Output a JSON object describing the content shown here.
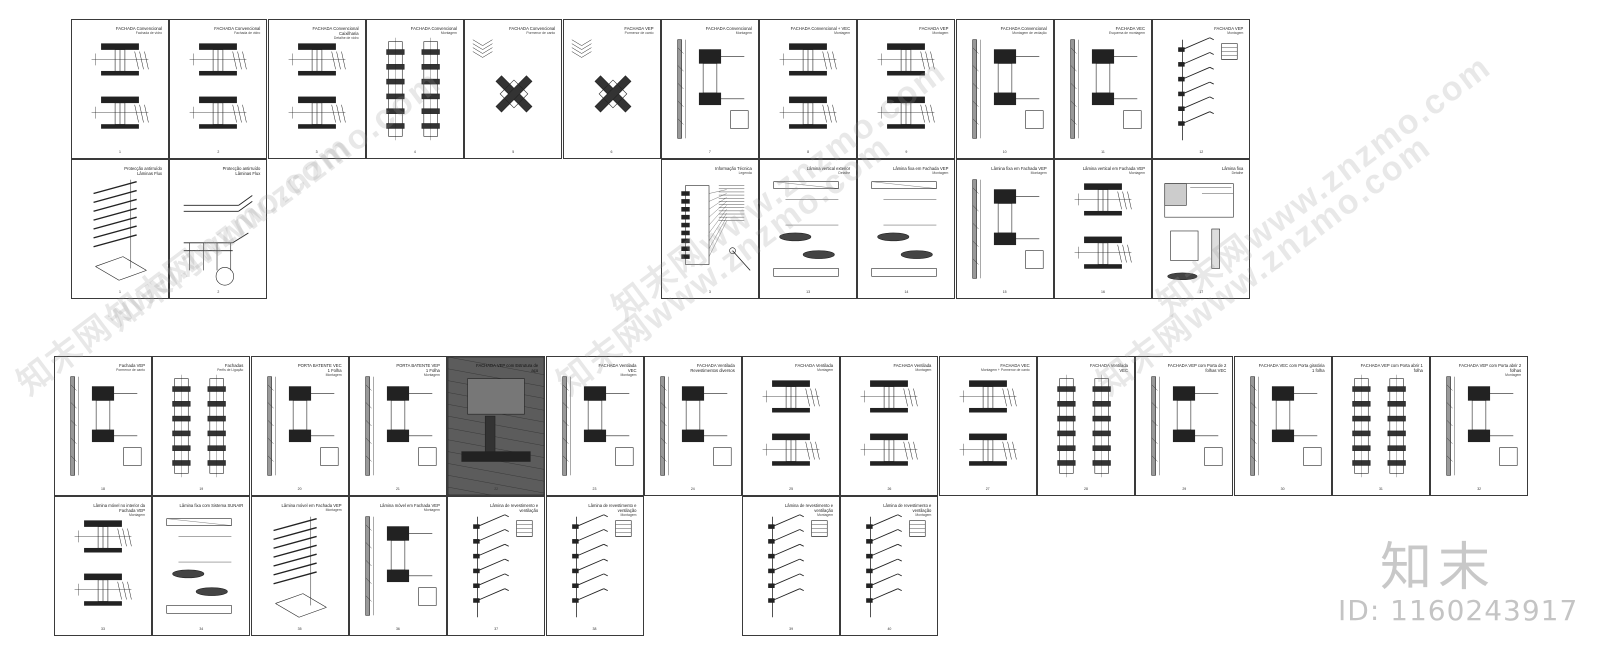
{
  "sheets": [
    {
      "row": 0,
      "col": 0,
      "title": "FACHADA Convencional",
      "sub": "Fachada de vidro",
      "num": "1",
      "kind": "mullion"
    },
    {
      "row": 0,
      "col": 1,
      "title": "FACHADA Convencional",
      "sub": "Fachada de vidro",
      "num": "2",
      "kind": "mullion"
    },
    {
      "row": 0,
      "col": 2,
      "title": "FACHADA Convencional\nCaixilharia",
      "sub": "Detalhe de vidro",
      "num": "3",
      "kind": "mullion"
    },
    {
      "row": 0,
      "col": 3,
      "title": "FACHADA Convencional",
      "sub": "Montagem",
      "num": "4",
      "kind": "vertical"
    },
    {
      "row": 0,
      "col": 4,
      "title": "FACHADA Convencional",
      "sub": "Pormenor de canto",
      "num": "5",
      "kind": "corner"
    },
    {
      "row": 0,
      "col": 5,
      "title": "FACHADA VEP",
      "sub": "Pormenor de canto",
      "num": "6",
      "kind": "corner"
    },
    {
      "row": 0,
      "col": 6,
      "title": "FACHADA Convencional",
      "sub": "Montagem",
      "num": "7",
      "kind": "section"
    },
    {
      "row": 0,
      "col": 7,
      "title": "FACHADA Convencional + VEC",
      "sub": "Montagem",
      "num": "8",
      "kind": "mullion"
    },
    {
      "row": 0,
      "col": 8,
      "title": "FACHADA VEP",
      "sub": "Montagem",
      "num": "9",
      "kind": "mullion"
    },
    {
      "row": 0,
      "col": 9,
      "title": "FACHADA Convencional",
      "sub": "Montagem de vedação",
      "num": "10",
      "kind": "section"
    },
    {
      "row": 0,
      "col": 10,
      "title": "FACHADA VEC",
      "sub": "Esquema de montagem",
      "num": "11",
      "kind": "section"
    },
    {
      "row": 0,
      "col": 11,
      "title": "FACHADA VEP",
      "sub": "Montagem",
      "num": "12",
      "kind": "inclined"
    },
    {
      "row": 1,
      "col": 0,
      "title": "Protecção antirruído\nLâminas Flux",
      "sub": "",
      "num": "1",
      "kind": "louver"
    },
    {
      "row": 1,
      "col": 1,
      "title": "Protecção antirruído\nLâminas Flux",
      "sub": "",
      "num": "2",
      "kind": "rail"
    },
    {
      "row": 1,
      "col": 6,
      "title": "Informação Técnica",
      "sub": "Legenda",
      "num": "3",
      "kind": "legend"
    },
    {
      "row": 1,
      "col": 7,
      "title": "Lâmina vertical exterior",
      "sub": "Detalhe",
      "num": "13",
      "kind": "blade"
    },
    {
      "row": 1,
      "col": 8,
      "title": "Lâmina fixa em Fachada VEP",
      "sub": "Montagem",
      "num": "14",
      "kind": "blade"
    },
    {
      "row": 1,
      "col": 9,
      "title": "Lâmina fixa em Fachada VEP",
      "sub": "Montagem",
      "num": "15",
      "kind": "section"
    },
    {
      "row": 1,
      "col": 10,
      "title": "Lâmina vertical em Fachada VEP",
      "sub": "Montagem",
      "num": "16",
      "kind": "mullion"
    },
    {
      "row": 1,
      "col": 11,
      "title": "Lâmina fixa",
      "sub": "Detalhe",
      "num": "17",
      "kind": "plan"
    },
    {
      "row": 2,
      "col": 0,
      "title": "Fachada VEP",
      "sub": "Pormenor de canto",
      "num": "18",
      "kind": "section"
    },
    {
      "row": 2,
      "col": 1,
      "title": "Fachadas",
      "sub": "Perfis de Ligação",
      "num": "19",
      "kind": "vertical"
    },
    {
      "row": 2,
      "col": 2,
      "title": "PORTA BATENTE VEC\n1 Folha",
      "sub": "Montagem",
      "num": "20",
      "kind": "section"
    },
    {
      "row": 2,
      "col": 3,
      "title": "PORTA BATENTE VEP\n1 Folha",
      "sub": "Montagem",
      "num": "21",
      "kind": "section"
    },
    {
      "row": 2,
      "col": 4,
      "title": "FACHADA VEP com Estrutura de aço",
      "sub": "",
      "num": "22",
      "kind": "dark"
    },
    {
      "row": 2,
      "col": 5,
      "title": "FACHADA Ventilada\nVEC",
      "sub": "Montagem",
      "num": "23",
      "kind": "section"
    },
    {
      "row": 2,
      "col": 6,
      "title": "FACHADA Ventilada\nRevestimentos diversos",
      "sub": "",
      "num": "24",
      "kind": "section"
    },
    {
      "row": 2,
      "col": 7,
      "title": "FACHADA Ventilada",
      "sub": "Montagem",
      "num": "25",
      "kind": "mullion"
    },
    {
      "row": 2,
      "col": 8,
      "title": "FACHADA Ventilada",
      "sub": "Montagem",
      "num": "26",
      "kind": "mullion"
    },
    {
      "row": 2,
      "col": 9,
      "title": "FACHADA VEC",
      "sub": "Montagem + Pormenor de canto",
      "num": "27",
      "kind": "mullion"
    },
    {
      "row": 2,
      "col": 10,
      "title": "FACHADA Ventilada\nVEC",
      "sub": "",
      "num": "28",
      "kind": "vertical"
    },
    {
      "row": 2,
      "col": 11,
      "title": "FACHADA VEP com Porta de 2 folhas VEC",
      "sub": "",
      "num": "29",
      "kind": "section"
    },
    {
      "row": 2,
      "col": 12,
      "title": "FACHADA VEC com Porta giratória 1 folha",
      "sub": "",
      "num": "30",
      "kind": "section"
    },
    {
      "row": 2,
      "col": 13,
      "title": "FACHADA VEP com Porta abrir 1 folha",
      "sub": "",
      "num": "31",
      "kind": "vertical"
    },
    {
      "row": 2,
      "col": 14,
      "title": "FACHADA VEP com Porta abrir 2 folhas",
      "sub": "Montagem",
      "num": "32",
      "kind": "section"
    },
    {
      "row": 3,
      "col": 0,
      "title": "Lâmina móvel no interior da Fachada VEP",
      "sub": "Montagem",
      "num": "33",
      "kind": "mullion"
    },
    {
      "row": 3,
      "col": 1,
      "title": "Lâmina fixa com Sistema SUNAIR",
      "sub": "",
      "num": "34",
      "kind": "blade"
    },
    {
      "row": 3,
      "col": 2,
      "title": "Lâmina móvel em Fachada VEP",
      "sub": "Montagem",
      "num": "35",
      "kind": "louver"
    },
    {
      "row": 3,
      "col": 3,
      "title": "Lâmina móvel em Fachada VEP",
      "sub": "Montagem",
      "num": "36",
      "kind": "section"
    },
    {
      "row": 3,
      "col": 4,
      "title": "Lâmina de revestimento e ventilação",
      "sub": "",
      "num": "37",
      "kind": "inclined"
    },
    {
      "row": 3,
      "col": 5,
      "title": "Lâmina de revestimento e ventilação",
      "sub": "Montagem",
      "num": "38",
      "kind": "inclined"
    },
    {
      "row": 3,
      "col": 7,
      "title": "Lâmina de revestimento e ventilação",
      "sub": "Montagem",
      "num": "39",
      "kind": "inclined"
    },
    {
      "row": 3,
      "col": 8,
      "title": "Lâmina de revestimento e ventilação",
      "sub": "Montagem",
      "num": "40",
      "kind": "inclined"
    }
  ],
  "watermark": {
    "text": "知末网www.znzmo.com"
  },
  "brand": {
    "logo_text": "知末",
    "id_text": "ID: 1160243917"
  }
}
